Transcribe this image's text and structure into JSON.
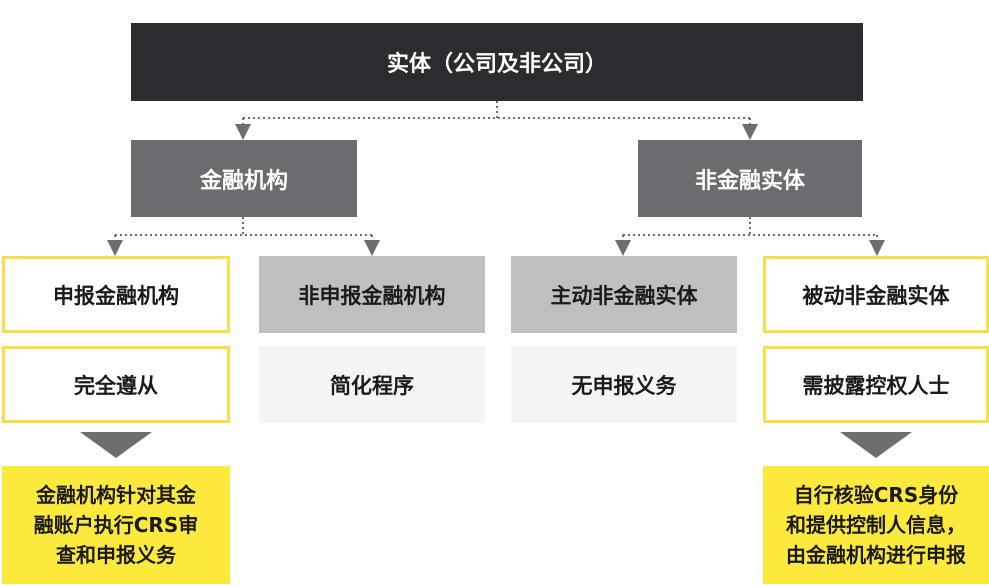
{
  "root": {
    "label": "实体（公司及非公司）"
  },
  "level1": {
    "financial": "金融机构",
    "nonfinancial": "非金融实体"
  },
  "level2": {
    "reporting_fi": {
      "label": "申报金融机构",
      "detail": "完全遵从"
    },
    "nonreporting_fi": {
      "label": "非申报金融机构",
      "detail": "简化程序"
    },
    "active_nfe": {
      "label": "主动非金融实体",
      "detail": "无申报义务"
    },
    "passive_nfe": {
      "label": "被动非金融实体",
      "detail": "需披露控权人士"
    }
  },
  "outcomes": {
    "left": [
      "金融机构针对其金",
      "融账户执行CRS审",
      "查和申报义务"
    ],
    "right": [
      "自行核验CRS身份",
      "和提供控制人信息，",
      "由金融机构进行申报"
    ]
  },
  "colors": {
    "root_bg": "#2b2b30",
    "level1_bg": "#6b6b70",
    "yellow": "#f6e04a",
    "grey_box": "#bfbfc2",
    "light_box": "#f4f4f6",
    "connector": "#6e6e6e"
  }
}
